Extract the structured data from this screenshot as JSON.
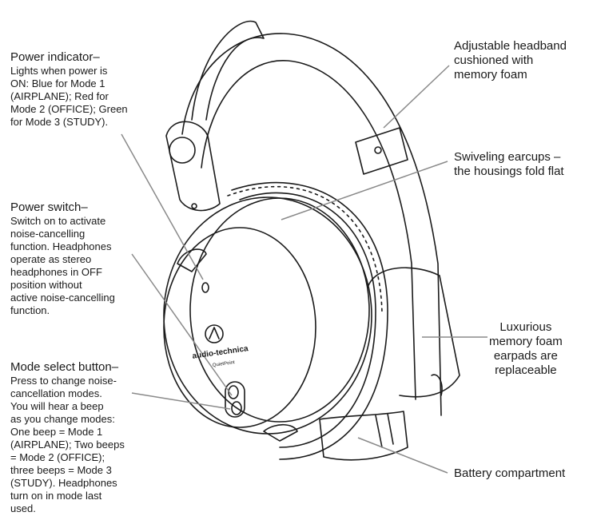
{
  "callouts": {
    "power_indicator": {
      "heading": "Power indicator–",
      "body": "Lights when power is\nON: Blue for Mode 1\n(AIRPLANE); Red for\nMode 2 (OFFICE); Green\nfor Mode 3 (STUDY)."
    },
    "power_switch": {
      "heading": "Power switch–",
      "body": "Switch on to activate\nnoise-cancelling\nfunction. Headphones\noperate as stereo\nheadphones in OFF\nposition without\nactive noise-cancelling\nfunction."
    },
    "mode_select": {
      "heading": "Mode select button–",
      "body": "Press to change noise-\ncancellation modes.\nYou will hear a beep\nas you change modes:\nOne beep = Mode 1\n(AIRPLANE); Two beeps\n= Mode 2 (OFFICE);\nthree beeps = Mode 3\n(STUDY). Headphones\nturn on in mode last\nused."
    },
    "headband": "Adjustable headband\ncushioned with\nmemory foam",
    "earcups": "Swiveling earcups –\nthe housings fold flat",
    "earpads": "Luxurious\nmemory foam\nearpads are\nreplaceable",
    "battery": "Battery compartment"
  },
  "logo": {
    "brand": "audio-technica",
    "model": "QuietPoint"
  },
  "colors": {
    "line": "#1a1a1a",
    "leader": "#8a8a8a",
    "background": "#ffffff"
  }
}
